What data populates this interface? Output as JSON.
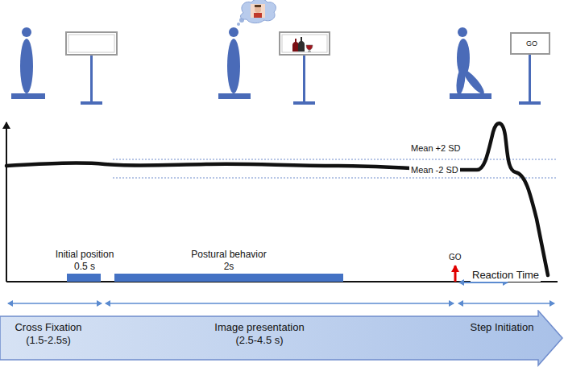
{
  "diagram": {
    "nodes": [
      {
        "text": [
          "GO"
        ]
      },
      {
        "text": [
          "Initial position 0.5 s"
        ]
      },
      {
        "text": [
          "Postural behavior 2s"
        ]
      },
      {
        "text": [
          "Cross Fixation (1.5-2.5s)",
          "Image presentation (2.5-4.5 s)",
          "Step Initiation"
        ]
      }
    ],
    "labels": [
      "Mean +2 SD",
      "Mean -2 SD",
      "GO",
      "Reaction Time"
    ]
  }
}
